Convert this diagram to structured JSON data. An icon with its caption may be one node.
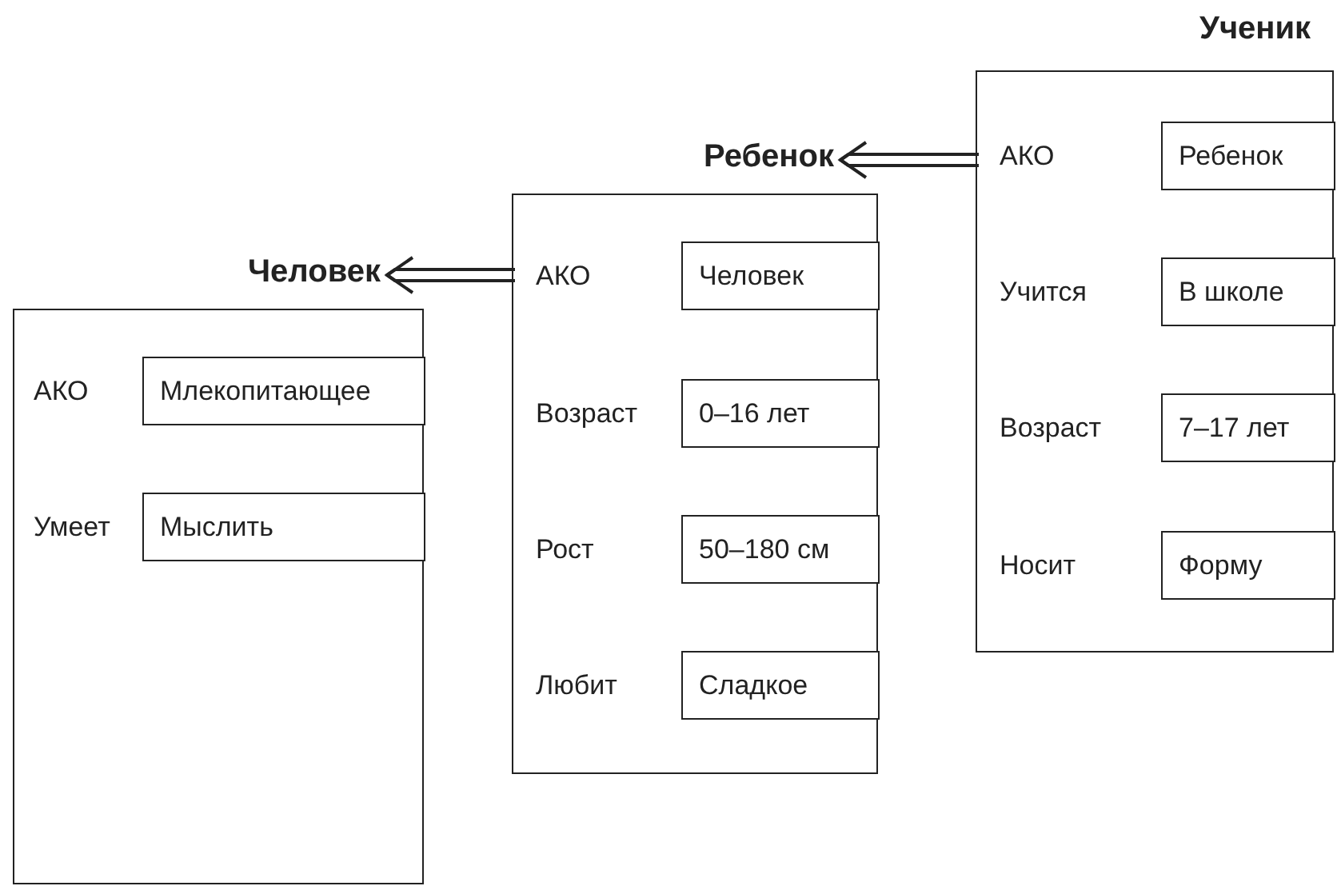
{
  "diagram": {
    "nodes": [
      {
        "text": [
          "Человек"
        ]
      },
      {
        "text": [],
        "shape": "box"
      },
      {
        "text": [
          "Млекопитающее"
        ],
        "in": 1,
        "beside": [
          "АКО"
        ]
      },
      {
        "text": [
          "Мыслить"
        ],
        "in": 1,
        "beside": [
          "Умеет"
        ]
      },
      {
        "text": [
          "Ребенок"
        ]
      },
      {
        "text": [],
        "shape": "box"
      },
      {
        "text": [
          "Человек"
        ],
        "in": 5,
        "beside": [
          "АКО"
        ]
      },
      {
        "text": [
          "0–16 лет"
        ],
        "in": 5,
        "beside": [
          "Возраст"
        ]
      },
      {
        "text": [
          "50–180 см"
        ],
        "in": 5,
        "beside": [
          "Рост"
        ]
      },
      {
        "text": [
          "Сладкое"
        ],
        "in": 5,
        "beside": [
          "Любит"
        ]
      },
      {
        "text": [
          "Ученик"
        ]
      },
      {
        "text": [],
        "shape": "box"
      },
      {
        "text": [
          "Ребенок"
        ],
        "in": 11,
        "beside": [
          "АКО"
        ]
      },
      {
        "text": [
          "В школе"
        ],
        "in": 11,
        "beside": [
          "Учится"
        ]
      },
      {
        "text": [
          "7–17 лет"
        ],
        "in": 11,
        "beside": [
          "Возраст"
        ]
      },
      {
        "text": [
          "Форму"
        ],
        "in": 11,
        "beside": [
          "Носит"
        ]
      }
    ],
    "edges": [
      {
        "from": 5,
        "to": 0,
        "arrow": "to"
      },
      {
        "from": 11,
        "to": 4,
        "arrow": "to"
      }
    ]
  }
}
